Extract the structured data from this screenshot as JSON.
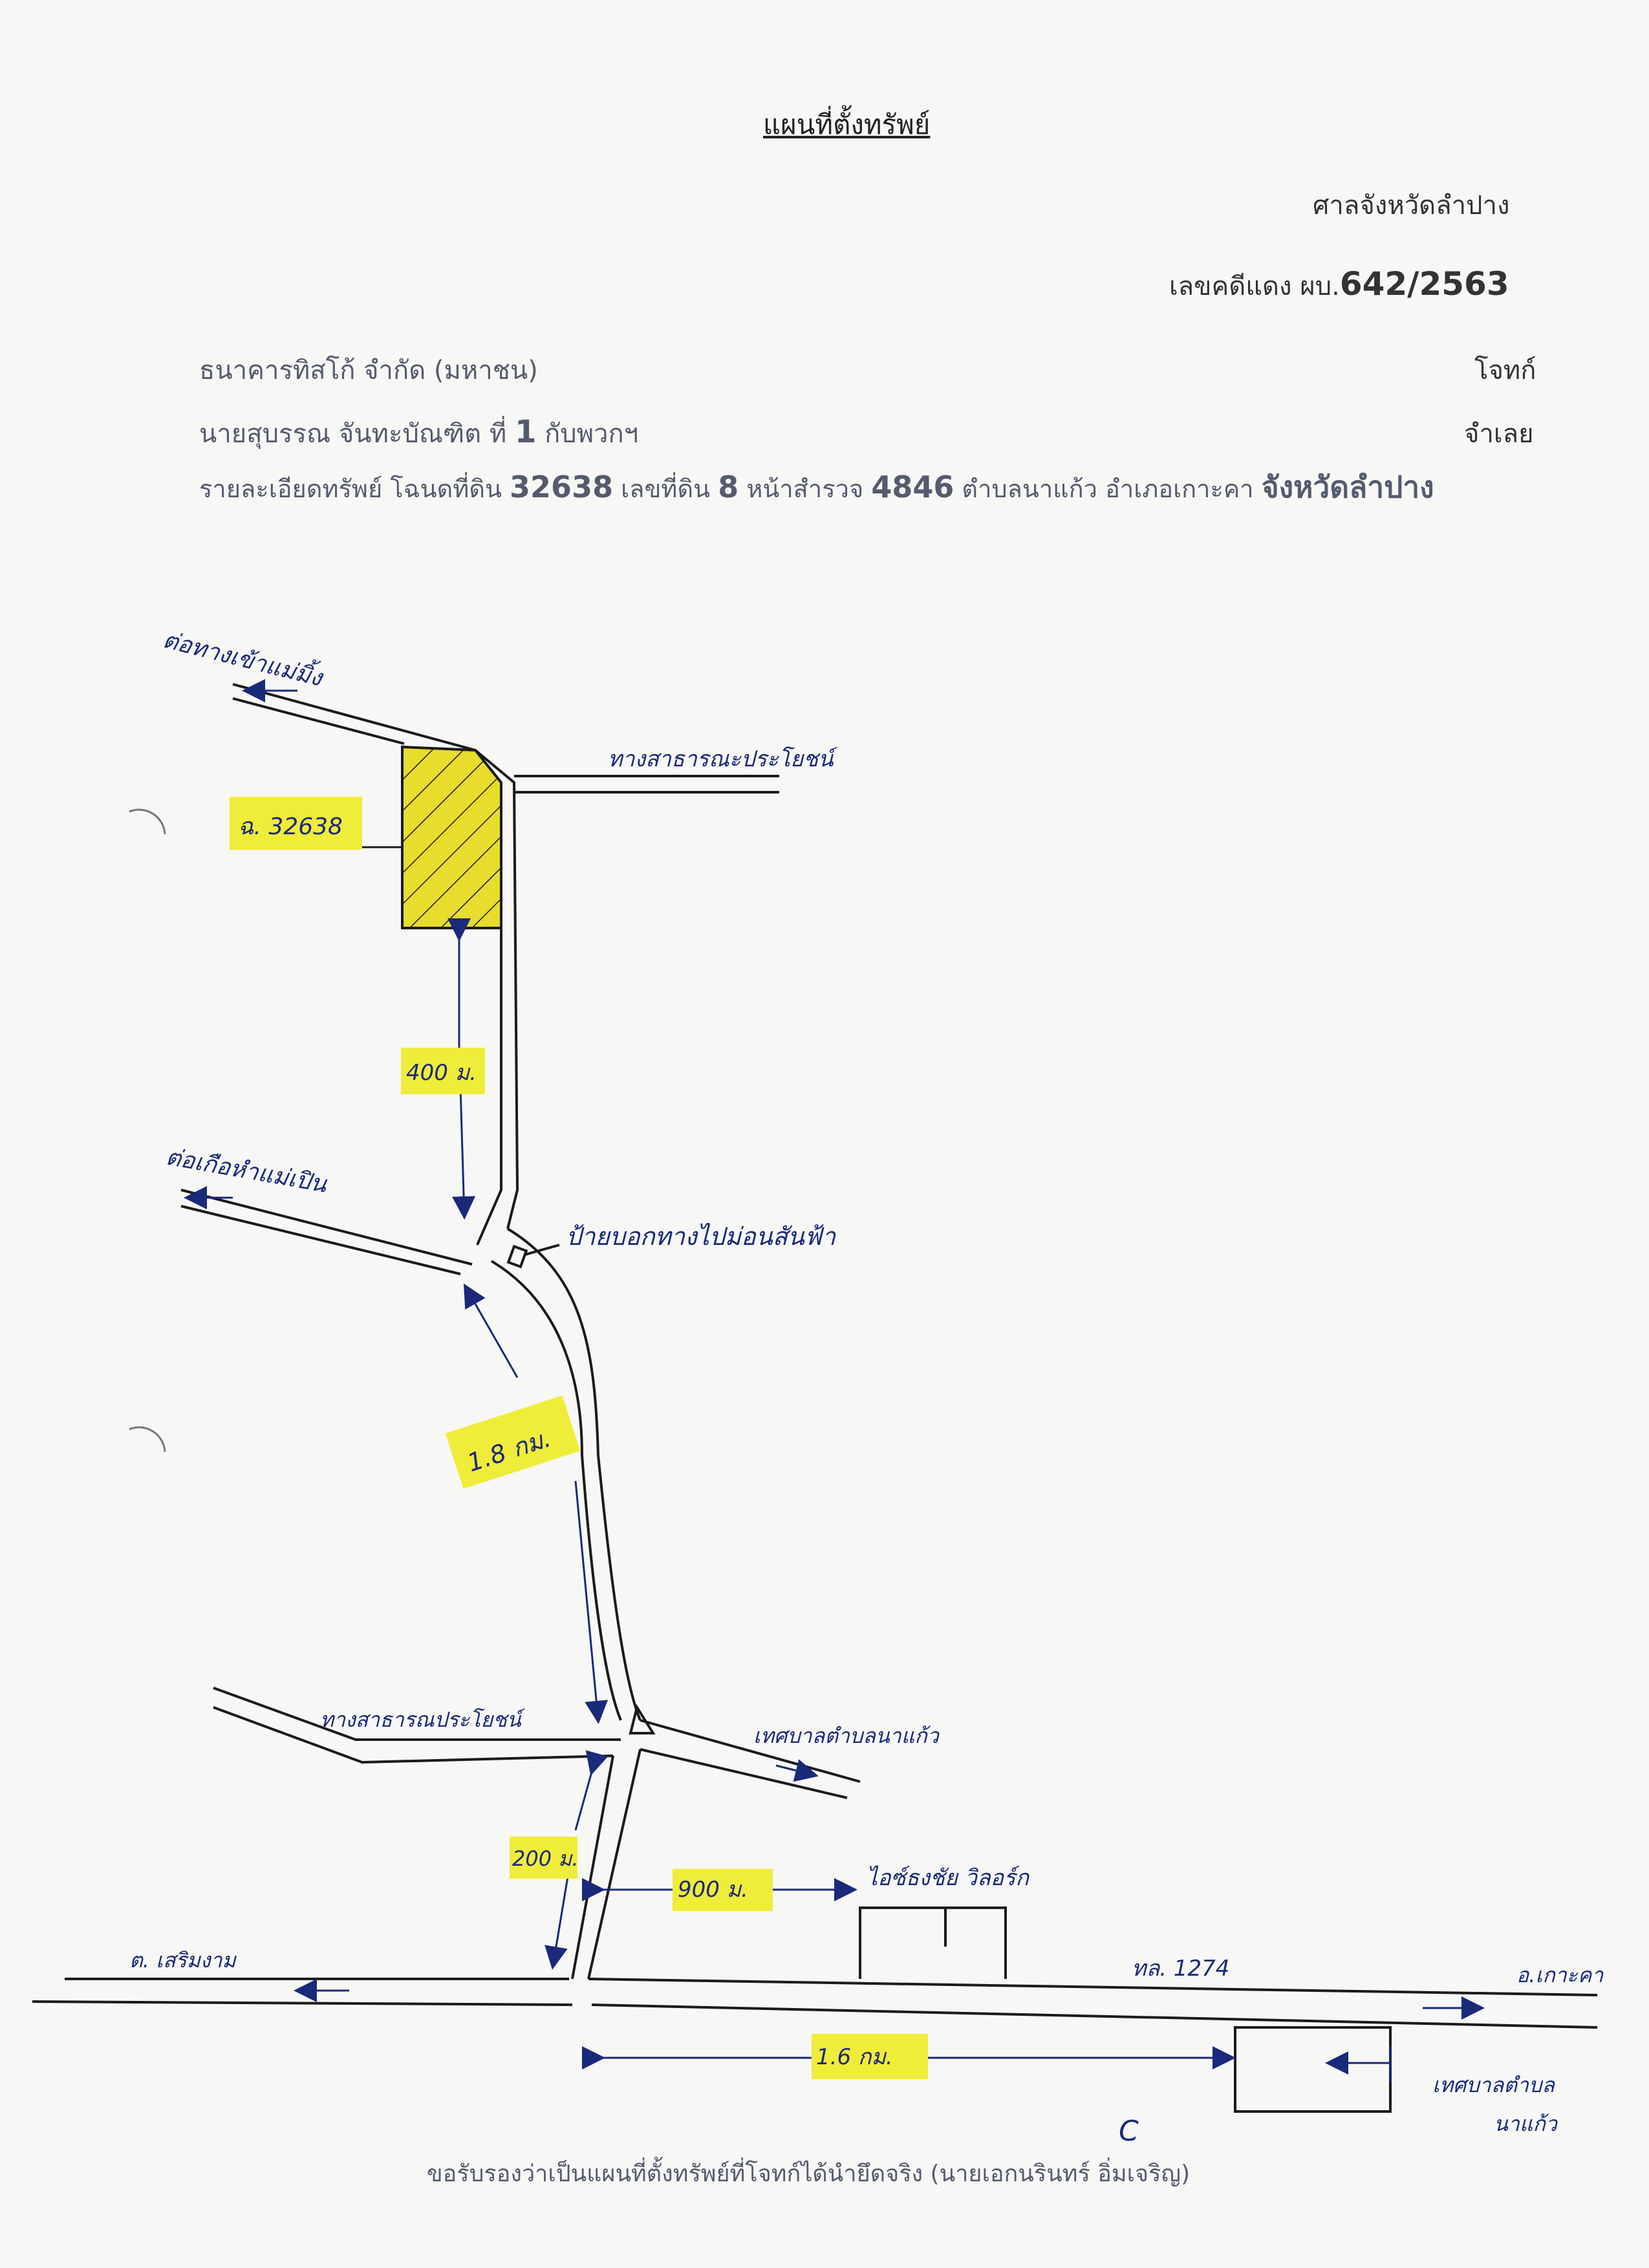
{
  "document": {
    "title": "แผนที่ตั้งทรัพย์",
    "court": "ศาลจังหวัดลำปาง",
    "case_prefix": "เลขคดีแดง ผบ.",
    "case_number": "642/2563",
    "plaintiff": "ธนาคารทิสโก้  จำกัด  (มหาชน)",
    "plaintiff_role": "โจทก์",
    "defendant_name": "นายสุบรรณ  จันทะบัณฑิต  ที่",
    "defendant_num": "1",
    "defendant_suffix": "กับพวกฯ",
    "defendant_role": "จำเลย",
    "details_1": "รายละเอียดทรัพย์  โฉนดที่ดิน ",
    "details_deed": "32638",
    "details_2": " เลขที่ดิน ",
    "details_land": "8",
    "details_3": " หน้าสำรวจ ",
    "details_survey": "4846",
    "details_4": "  ตำบลนาแก้ว อำเภอเกาะคา ",
    "details_province": "จังหวัดลำปาง",
    "footer": "ขอรับรองว่าเป็นแผนที่ตั้งทรัพย์ที่โจทก์ได้นำยึดจริง   (นายเอกนรินทร์  อิ่มเจริญ)"
  },
  "map": {
    "plot_label": "ฉ. 32638",
    "dist_400": "400 ม.",
    "dist_18": "1.8 กม.",
    "dist_200": "200 ม.",
    "dist_900": "900 ม.",
    "dist_16": "1.6 กม.",
    "label_top_left": "ต่อทางเข้าแม่มิ้ง",
    "label_top_right": "ทางสาธารณะประโยชน์",
    "label_mid_left": "ต่อเกือหำแม่เปิน",
    "label_sign": "ป้ายบอกทางไปม่อนสันฟ้า",
    "label_cross_left": "ทางสาธารณประโยชน์",
    "label_cross_right": "เทศบาลตำบลนาแก้ว",
    "label_shop": "ไอซ์ธงชัย วิลอร์ก",
    "label_road_left": "ต. เสริมงาม",
    "label_highway": "ทล. 1274",
    "label_road_right": "อ.เกาะคา",
    "label_office_1": "เทศบาลตำบล",
    "label_office_2": "นาแก้ว",
    "signature_mark": "C",
    "colors": {
      "highlight": "#f0ec3a",
      "ink": "#1a2a7a",
      "plot": "#e8dc2c"
    }
  }
}
